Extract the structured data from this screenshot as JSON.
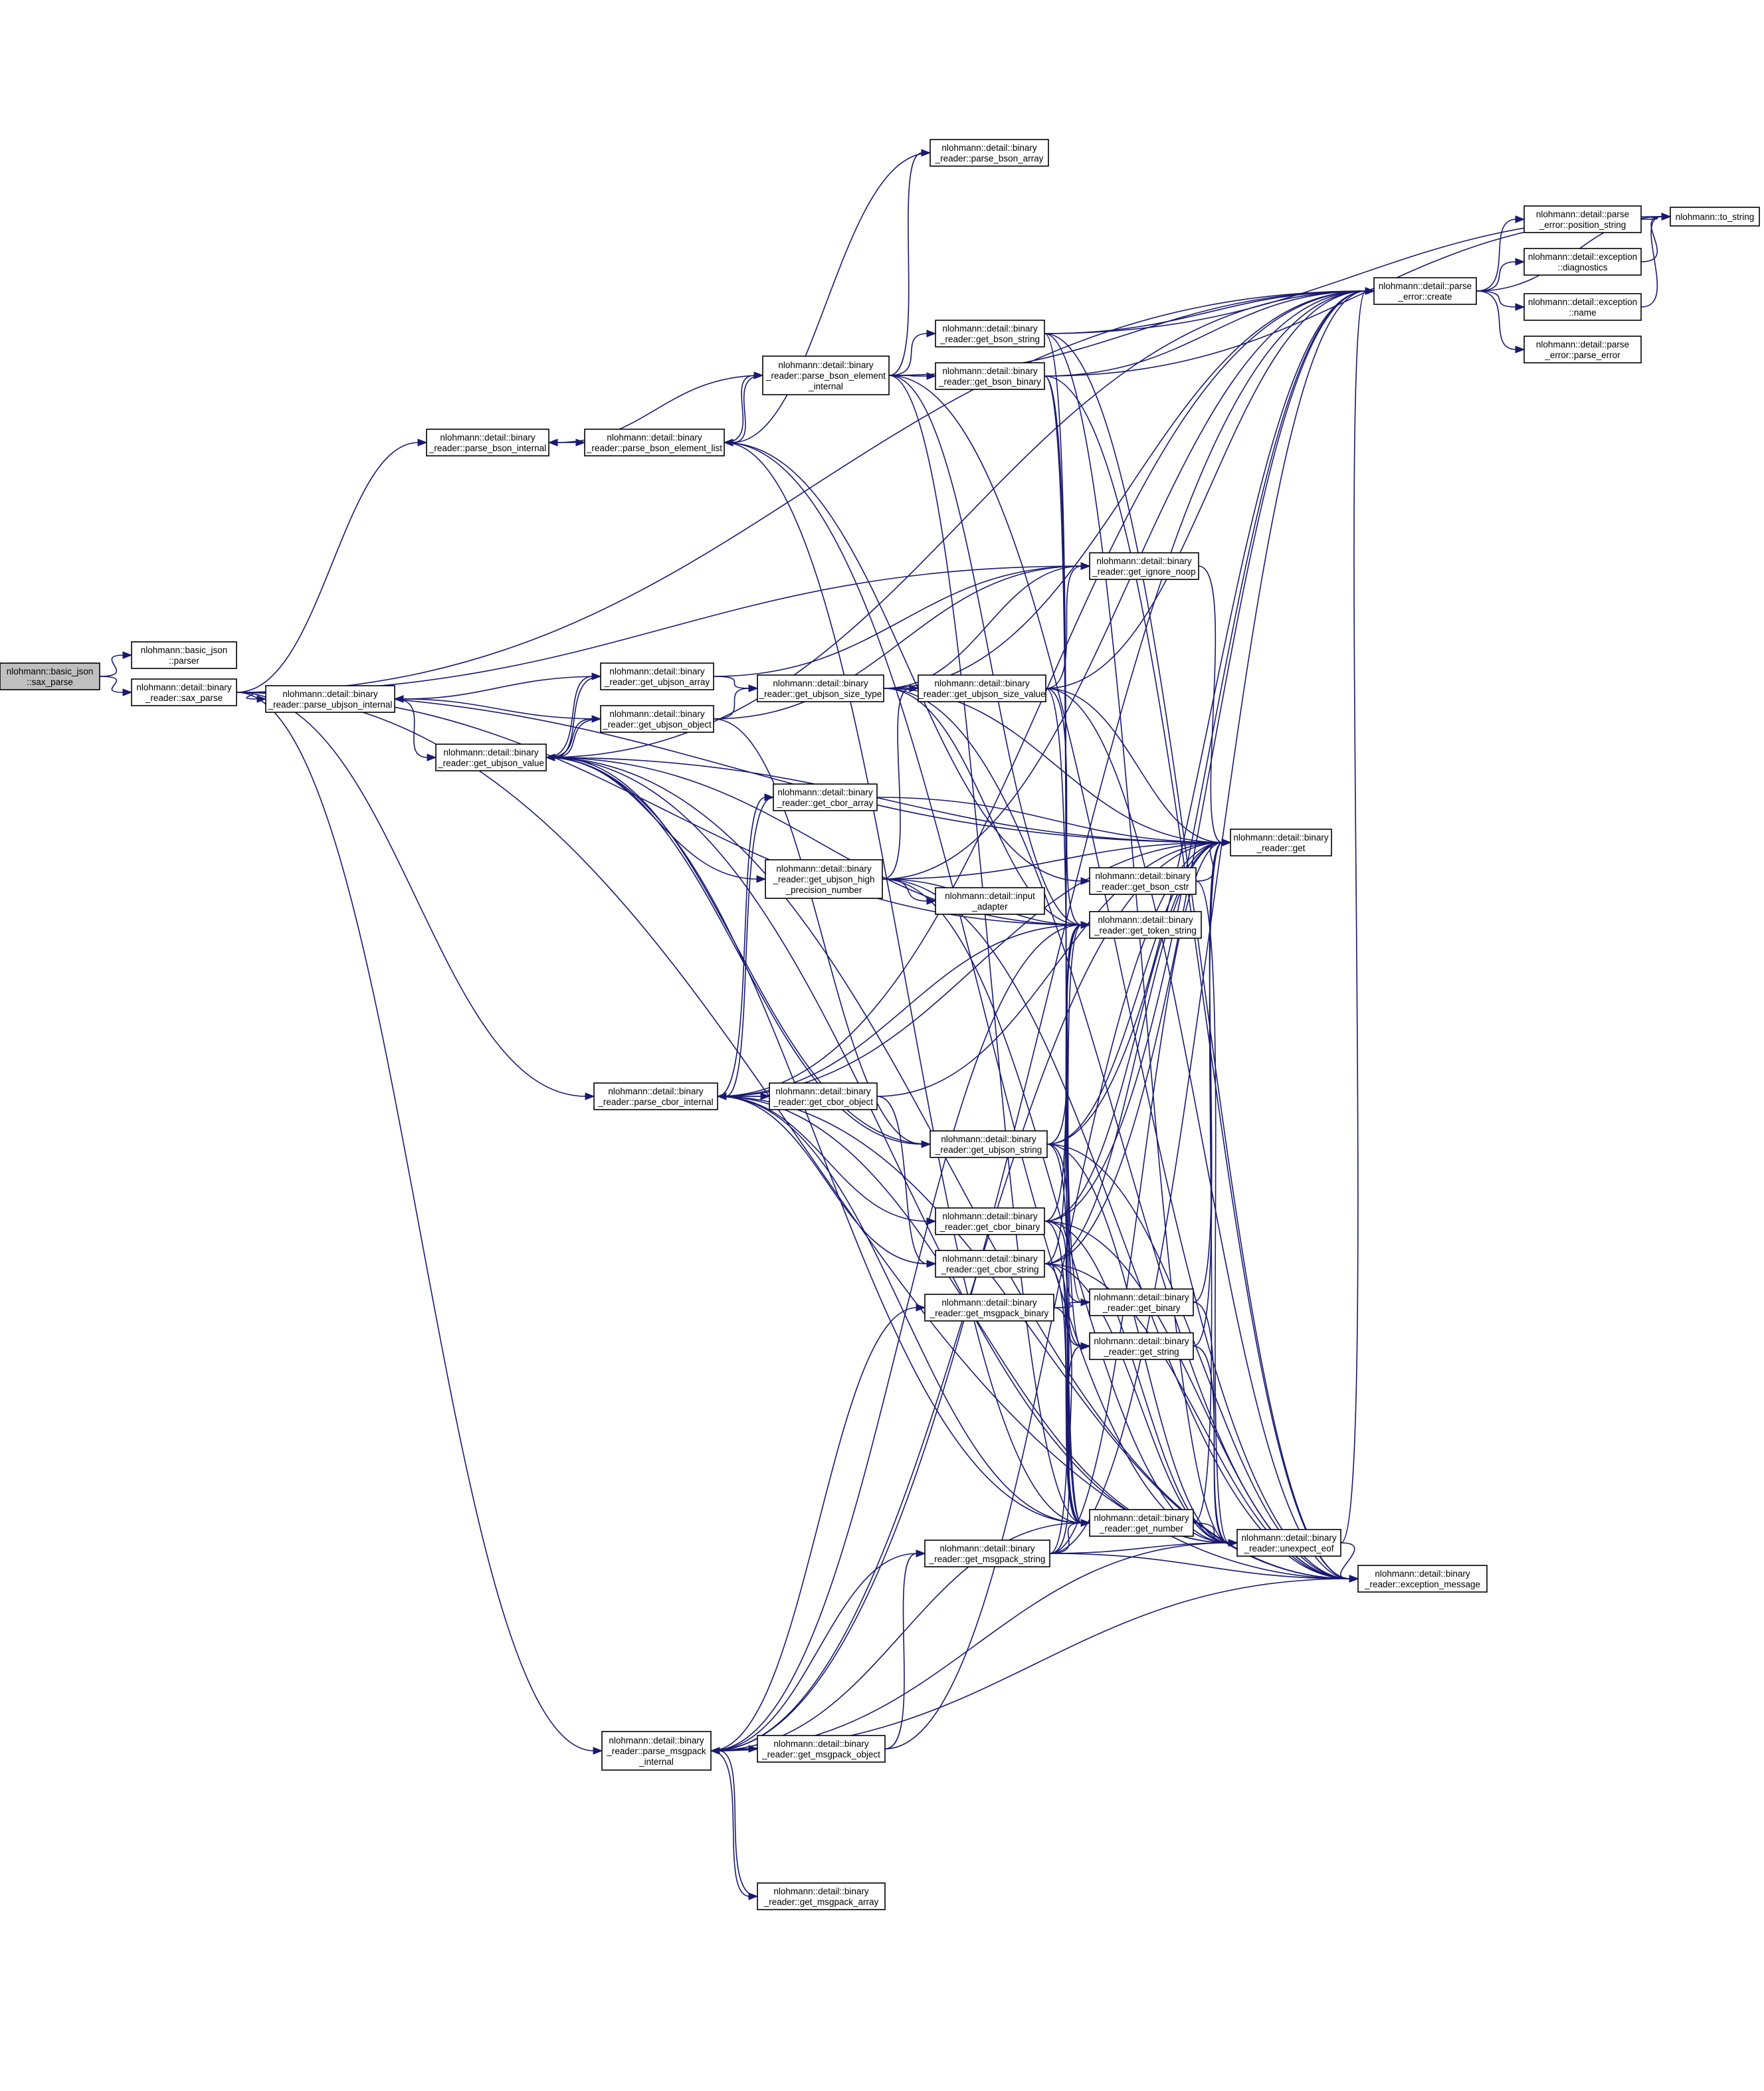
{
  "graph": {
    "nodes": [
      {
        "id": "sax_parse_root",
        "lines": [
          "nlohmann::basic_json",
          "::sax_parse"
        ],
        "root": true
      },
      {
        "id": "parser",
        "lines": [
          "nlohmann::basic_json",
          "::parser"
        ]
      },
      {
        "id": "br_sax_parse",
        "lines": [
          "nlohmann::detail::binary",
          "_reader::sax_parse"
        ]
      },
      {
        "id": "parse_bson_internal",
        "lines": [
          "nlohmann::detail::binary",
          "_reader::parse_bson_internal"
        ]
      },
      {
        "id": "parse_bson_element_list",
        "lines": [
          "nlohmann::detail::binary",
          "_reader::parse_bson_element_list"
        ]
      },
      {
        "id": "parse_bson_element_internal",
        "lines": [
          "nlohmann::detail::binary",
          "_reader::parse_bson_element",
          "_internal"
        ]
      },
      {
        "id": "parse_bson_array",
        "lines": [
          "nlohmann::detail::binary",
          "_reader::parse_bson_array"
        ]
      },
      {
        "id": "get_bson_string",
        "lines": [
          "nlohmann::detail::binary",
          "_reader::get_bson_string"
        ]
      },
      {
        "id": "get_bson_binary",
        "lines": [
          "nlohmann::detail::binary",
          "_reader::get_bson_binary"
        ]
      },
      {
        "id": "parse_error_create",
        "lines": [
          "nlohmann::detail::parse",
          "_error::create"
        ]
      },
      {
        "id": "position_string",
        "lines": [
          "nlohmann::detail::parse",
          "_error::position_string"
        ]
      },
      {
        "id": "diagnostics",
        "lines": [
          "nlohmann::detail::exception",
          "::diagnostics"
        ]
      },
      {
        "id": "exception_name",
        "lines": [
          "nlohmann::detail::exception",
          "::name"
        ]
      },
      {
        "id": "parse_error_ctor",
        "lines": [
          "nlohmann::detail::parse",
          "_error::parse_error"
        ]
      },
      {
        "id": "to_string",
        "lines": [
          "nlohmann::to_string"
        ]
      },
      {
        "id": "get_ignore_noop",
        "lines": [
          "nlohmann::detail::binary",
          "_reader::get_ignore_noop"
        ]
      },
      {
        "id": "parse_ubjson_internal",
        "lines": [
          "nlohmann::detail::binary",
          "_reader::parse_ubjson_internal"
        ]
      },
      {
        "id": "get_ubjson_array",
        "lines": [
          "nlohmann::detail::binary",
          "_reader::get_ubjson_array"
        ]
      },
      {
        "id": "get_ubjson_object",
        "lines": [
          "nlohmann::detail::binary",
          "_reader::get_ubjson_object"
        ]
      },
      {
        "id": "get_ubjson_value",
        "lines": [
          "nlohmann::detail::binary",
          "_reader::get_ubjson_value"
        ]
      },
      {
        "id": "get_ubjson_size_type",
        "lines": [
          "nlohmann::detail::binary",
          "_reader::get_ubjson_size_type"
        ]
      },
      {
        "id": "get_ubjson_size_value",
        "lines": [
          "nlohmann::detail::binary",
          "_reader::get_ubjson_size_value"
        ]
      },
      {
        "id": "get_cbor_array",
        "lines": [
          "nlohmann::detail::binary",
          "_reader::get_cbor_array"
        ]
      },
      {
        "id": "get_ubjson_high_precision_number",
        "lines": [
          "nlohmann::detail::binary",
          "_reader::get_ubjson_high",
          "_precision_number"
        ]
      },
      {
        "id": "input_adapter",
        "lines": [
          "nlohmann::detail::input",
          "_adapter"
        ]
      },
      {
        "id": "br_get",
        "lines": [
          "nlohmann::detail::binary",
          "_reader::get"
        ]
      },
      {
        "id": "get_bson_cstr",
        "lines": [
          "nlohmann::detail::binary",
          "_reader::get_bson_cstr"
        ]
      },
      {
        "id": "get_token_string",
        "lines": [
          "nlohmann::detail::binary",
          "_reader::get_token_string"
        ]
      },
      {
        "id": "parse_cbor_internal",
        "lines": [
          "nlohmann::detail::binary",
          "_reader::parse_cbor_internal"
        ]
      },
      {
        "id": "get_cbor_object",
        "lines": [
          "nlohmann::detail::binary",
          "_reader::get_cbor_object"
        ]
      },
      {
        "id": "get_ubjson_string",
        "lines": [
          "nlohmann::detail::binary",
          "_reader::get_ubjson_string"
        ]
      },
      {
        "id": "get_cbor_binary",
        "lines": [
          "nlohmann::detail::binary",
          "_reader::get_cbor_binary"
        ]
      },
      {
        "id": "get_cbor_string",
        "lines": [
          "nlohmann::detail::binary",
          "_reader::get_cbor_string"
        ]
      },
      {
        "id": "get_msgpack_binary",
        "lines": [
          "nlohmann::detail::binary",
          "_reader::get_msgpack_binary"
        ]
      },
      {
        "id": "get_binary",
        "lines": [
          "nlohmann::detail::binary",
          "_reader::get_binary"
        ]
      },
      {
        "id": "get_string",
        "lines": [
          "nlohmann::detail::binary",
          "_reader::get_string"
        ]
      },
      {
        "id": "get_number",
        "lines": [
          "nlohmann::detail::binary",
          "_reader::get_number"
        ]
      },
      {
        "id": "unexpect_eof",
        "lines": [
          "nlohmann::detail::binary",
          "_reader::unexpect_eof"
        ]
      },
      {
        "id": "get_msgpack_string",
        "lines": [
          "nlohmann::detail::binary",
          "_reader::get_msgpack_string"
        ]
      },
      {
        "id": "exception_message",
        "lines": [
          "nlohmann::detail::binary",
          "_reader::exception_message"
        ]
      },
      {
        "id": "parse_msgpack_internal",
        "lines": [
          "nlohmann::detail::binary",
          "_reader::parse_msgpack",
          "_internal"
        ]
      },
      {
        "id": "get_msgpack_object",
        "lines": [
          "nlohmann::detail::binary",
          "_reader::get_msgpack_object"
        ]
      },
      {
        "id": "get_msgpack_array",
        "lines": [
          "nlohmann::detail::binary",
          "_reader::get_msgpack_array"
        ]
      }
    ],
    "edges": [
      [
        "sax_parse_root",
        "parser"
      ],
      [
        "sax_parse_root",
        "br_sax_parse"
      ],
      [
        "br_sax_parse",
        "parse_bson_internal"
      ],
      [
        "br_sax_parse",
        "parse_ubjson_internal"
      ],
      [
        "br_sax_parse",
        "parse_cbor_internal"
      ],
      [
        "br_sax_parse",
        "parse_msgpack_internal"
      ],
      [
        "br_sax_parse",
        "parse_error_create"
      ],
      [
        "br_sax_parse",
        "br_get"
      ],
      [
        "br_sax_parse",
        "get_ignore_noop"
      ],
      [
        "br_sax_parse",
        "get_token_string"
      ],
      [
        "br_sax_parse",
        "exception_message"
      ],
      [
        "parse_bson_internal",
        "parse_bson_element_list"
      ],
      [
        "parse_bson_element_list",
        "parse_bson_element_internal"
      ],
      [
        "parse_bson_element_list",
        "get_bson_cstr"
      ],
      [
        "parse_bson_element_list",
        "get_number"
      ],
      [
        "parse_bson_element_list",
        "unexpect_eof"
      ],
      [
        "parse_bson_element_internal",
        "parse_bson_array"
      ],
      [
        "parse_bson_element_internal",
        "parse_bson_internal"
      ],
      [
        "parse_bson_element_internal",
        "parse_bson_element_list"
      ],
      [
        "parse_bson_element_internal",
        "get_bson_string"
      ],
      [
        "parse_bson_element_internal",
        "get_bson_binary"
      ],
      [
        "parse_bson_element_internal",
        "parse_error_create"
      ],
      [
        "parse_bson_element_internal",
        "get_number"
      ],
      [
        "parse_bson_element_internal",
        "get_token_string"
      ],
      [
        "parse_bson_element_internal",
        "exception_message"
      ],
      [
        "parse_bson_array",
        "parse_bson_element_list"
      ],
      [
        "get_bson_string",
        "parse_error_create"
      ],
      [
        "get_bson_string",
        "get_string"
      ],
      [
        "get_bson_string",
        "exception_message"
      ],
      [
        "get_bson_string",
        "unexpect_eof"
      ],
      [
        "get_bson_string",
        "to_string"
      ],
      [
        "get_bson_binary",
        "parse_error_create"
      ],
      [
        "get_bson_binary",
        "get_binary"
      ],
      [
        "get_bson_binary",
        "get_number"
      ],
      [
        "get_bson_binary",
        "exception_message"
      ],
      [
        "get_bson_binary",
        "to_string"
      ],
      [
        "parse_error_create",
        "position_string"
      ],
      [
        "parse_error_create",
        "diagnostics"
      ],
      [
        "parse_error_create",
        "exception_name"
      ],
      [
        "parse_error_create",
        "parse_error_ctor"
      ],
      [
        "parse_error_create",
        "to_string"
      ],
      [
        "position_string",
        "to_string"
      ],
      [
        "diagnostics",
        "to_string"
      ],
      [
        "exception_name",
        "to_string"
      ],
      [
        "get_ignore_noop",
        "br_get"
      ],
      [
        "parse_ubjson_internal",
        "get_ubjson_value"
      ],
      [
        "get_ubjson_array",
        "parse_ubjson_internal"
      ],
      [
        "get_ubjson_array",
        "get_ubjson_size_type"
      ],
      [
        "get_ubjson_array",
        "get_ignore_noop"
      ],
      [
        "get_ubjson_array",
        "get_ubjson_value"
      ],
      [
        "get_ubjson_object",
        "parse_ubjson_internal"
      ],
      [
        "get_ubjson_object",
        "get_ubjson_size_type"
      ],
      [
        "get_ubjson_object",
        "get_ignore_noop"
      ],
      [
        "get_ubjson_object",
        "get_ubjson_value"
      ],
      [
        "get_ubjson_object",
        "get_ubjson_string"
      ],
      [
        "get_ubjson_value",
        "get_ubjson_array"
      ],
      [
        "get_ubjson_value",
        "get_ubjson_object"
      ],
      [
        "get_ubjson_value",
        "get_ubjson_high_precision_number"
      ],
      [
        "get_ubjson_value",
        "get_ubjson_string"
      ],
      [
        "get_ubjson_value",
        "br_get"
      ],
      [
        "get_ubjson_value",
        "get_number"
      ],
      [
        "get_ubjson_value",
        "get_token_string"
      ],
      [
        "get_ubjson_value",
        "unexpect_eof"
      ],
      [
        "get_ubjson_value",
        "parse_error_create"
      ],
      [
        "get_ubjson_value",
        "exception_message"
      ],
      [
        "get_ubjson_size_type",
        "get_ubjson_size_value"
      ],
      [
        "get_ubjson_size_type",
        "get_ignore_noop"
      ],
      [
        "get_ubjson_size_type",
        "br_get"
      ],
      [
        "get_ubjson_size_type",
        "get_token_string"
      ],
      [
        "get_ubjson_size_type",
        "parse_error_create"
      ],
      [
        "get_ubjson_size_type",
        "exception_message"
      ],
      [
        "get_ubjson_size_value",
        "get_number"
      ],
      [
        "get_ubjson_size_value",
        "get_ignore_noop"
      ],
      [
        "get_ubjson_size_value",
        "get_token_string"
      ],
      [
        "get_ubjson_size_value",
        "parse_error_create"
      ],
      [
        "get_ubjson_size_value",
        "exception_message"
      ],
      [
        "get_ubjson_size_value",
        "br_get"
      ],
      [
        "get_cbor_array",
        "parse_cbor_internal"
      ],
      [
        "get_cbor_array",
        "br_get"
      ],
      [
        "get_ubjson_high_precision_number",
        "get_ubjson_size_value"
      ],
      [
        "get_ubjson_high_precision_number",
        "input_adapter"
      ],
      [
        "get_ubjson_high_precision_number",
        "br_get"
      ],
      [
        "get_ubjson_high_precision_number",
        "get_token_string"
      ],
      [
        "get_ubjson_high_precision_number",
        "parse_error_create"
      ],
      [
        "get_ubjson_high_precision_number",
        "exception_message"
      ],
      [
        "get_ubjson_high_precision_number",
        "unexpect_eof"
      ],
      [
        "get_bson_cstr",
        "br_get"
      ],
      [
        "get_bson_cstr",
        "unexpect_eof"
      ],
      [
        "parse_cbor_internal",
        "get_cbor_array"
      ],
      [
        "parse_cbor_internal",
        "get_cbor_object"
      ],
      [
        "parse_cbor_internal",
        "get_cbor_binary"
      ],
      [
        "parse_cbor_internal",
        "get_cbor_string"
      ],
      [
        "parse_cbor_internal",
        "br_get"
      ],
      [
        "parse_cbor_internal",
        "get_number"
      ],
      [
        "parse_cbor_internal",
        "get_token_string"
      ],
      [
        "parse_cbor_internal",
        "unexpect_eof"
      ],
      [
        "parse_cbor_internal",
        "parse_error_create"
      ],
      [
        "parse_cbor_internal",
        "exception_message"
      ],
      [
        "get_cbor_object",
        "parse_cbor_internal"
      ],
      [
        "get_cbor_object",
        "get_cbor_string"
      ],
      [
        "get_cbor_object",
        "br_get"
      ],
      [
        "get_ubjson_string",
        "get_ubjson_value"
      ],
      [
        "get_ubjson_string",
        "br_get"
      ],
      [
        "get_ubjson_string",
        "get_string"
      ],
      [
        "get_ubjson_string",
        "get_number"
      ],
      [
        "get_ubjson_string",
        "get_token_string"
      ],
      [
        "get_ubjson_string",
        "unexpect_eof"
      ],
      [
        "get_ubjson_string",
        "parse_error_create"
      ],
      [
        "get_ubjson_string",
        "exception_message"
      ],
      [
        "get_cbor_binary",
        "get_binary"
      ],
      [
        "get_cbor_binary",
        "get_number"
      ],
      [
        "get_cbor_binary",
        "br_get"
      ],
      [
        "get_cbor_binary",
        "get_token_string"
      ],
      [
        "get_cbor_binary",
        "unexpect_eof"
      ],
      [
        "get_cbor_binary",
        "parse_error_create"
      ],
      [
        "get_cbor_binary",
        "exception_message"
      ],
      [
        "get_cbor_string",
        "get_string"
      ],
      [
        "get_cbor_string",
        "get_number"
      ],
      [
        "get_cbor_string",
        "br_get"
      ],
      [
        "get_cbor_string",
        "get_token_string"
      ],
      [
        "get_cbor_string",
        "unexpect_eof"
      ],
      [
        "get_cbor_string",
        "parse_error_create"
      ],
      [
        "get_cbor_string",
        "exception_message"
      ],
      [
        "get_msgpack_binary",
        "get_binary"
      ],
      [
        "get_msgpack_binary",
        "get_number"
      ],
      [
        "get_binary",
        "br_get"
      ],
      [
        "get_binary",
        "unexpect_eof"
      ],
      [
        "get_string",
        "br_get"
      ],
      [
        "get_string",
        "unexpect_eof"
      ],
      [
        "get_number",
        "br_get"
      ],
      [
        "get_number",
        "unexpect_eof"
      ],
      [
        "unexpect_eof",
        "parse_error_create"
      ],
      [
        "unexpect_eof",
        "exception_message"
      ],
      [
        "get_msgpack_string",
        "get_string"
      ],
      [
        "get_msgpack_string",
        "get_number"
      ],
      [
        "get_msgpack_string",
        "br_get"
      ],
      [
        "get_msgpack_string",
        "get_token_string"
      ],
      [
        "get_msgpack_string",
        "unexpect_eof"
      ],
      [
        "get_msgpack_string",
        "parse_error_create"
      ],
      [
        "get_msgpack_string",
        "exception_message"
      ],
      [
        "parse_msgpack_internal",
        "get_msgpack_binary"
      ],
      [
        "parse_msgpack_internal",
        "get_msgpack_string"
      ],
      [
        "parse_msgpack_internal",
        "get_msgpack_object"
      ],
      [
        "parse_msgpack_internal",
        "get_msgpack_array"
      ],
      [
        "parse_msgpack_internal",
        "get_number"
      ],
      [
        "parse_msgpack_internal",
        "br_get"
      ],
      [
        "parse_msgpack_internal",
        "get_token_string"
      ],
      [
        "parse_msgpack_internal",
        "unexpect_eof"
      ],
      [
        "parse_msgpack_internal",
        "parse_error_create"
      ],
      [
        "parse_msgpack_internal",
        "exception_message"
      ],
      [
        "get_msgpack_object",
        "parse_msgpack_internal"
      ],
      [
        "get_msgpack_object",
        "get_msgpack_string"
      ],
      [
        "get_msgpack_object",
        "br_get"
      ],
      [
        "get_msgpack_array",
        "parse_msgpack_internal"
      ]
    ]
  },
  "colors": {
    "edge": "#191970",
    "node_border": "#000000",
    "node_fill": "#ffffff",
    "root_fill": "#bfbfbf"
  }
}
